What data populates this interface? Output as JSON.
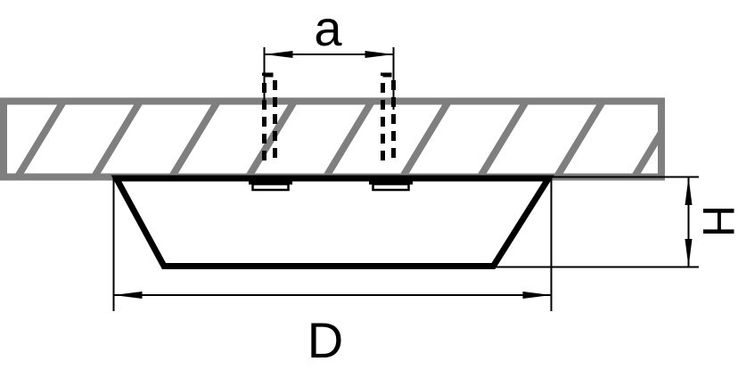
{
  "labels": {
    "hole_spacing": "a",
    "diameter": "D",
    "height": "H"
  },
  "colors": {
    "line": "#000000",
    "ceiling_gray": "#7f7f7f",
    "background": "#ffffff"
  }
}
